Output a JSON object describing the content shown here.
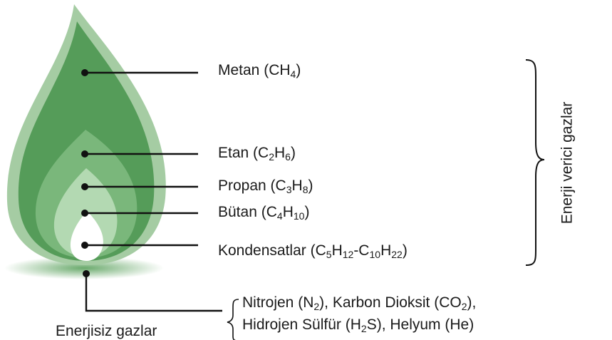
{
  "gases": [
    {
      "name": "Metan",
      "formula": [
        [
          "t",
          "CH"
        ],
        [
          "s",
          "4"
        ]
      ]
    },
    {
      "name": "Etan",
      "formula": [
        [
          "t",
          "C"
        ],
        [
          "s",
          "2"
        ],
        [
          "t",
          "H"
        ],
        [
          "s",
          "6"
        ]
      ]
    },
    {
      "name": "Propan",
      "formula": [
        [
          "t",
          "C"
        ],
        [
          "s",
          "3"
        ],
        [
          "t",
          "H"
        ],
        [
          "s",
          "8"
        ]
      ]
    },
    {
      "name": "Bütan",
      "formula": [
        [
          "t",
          "C"
        ],
        [
          "s",
          "4"
        ],
        [
          "t",
          "H"
        ],
        [
          "s",
          "10"
        ]
      ]
    },
    {
      "name": "Kondensatlar",
      "formula": [
        [
          "t",
          "C"
        ],
        [
          "s",
          "5"
        ],
        [
          "t",
          "H"
        ],
        [
          "s",
          "12"
        ],
        [
          "t",
          "-C"
        ],
        [
          "s",
          "10"
        ],
        [
          "t",
          "H"
        ],
        [
          "s",
          "22"
        ]
      ]
    }
  ],
  "energy_group_label": "Enerji verici gazlar",
  "non_energy_label": "Enerjisiz gazlar",
  "non_energy_lines": [
    [
      [
        "t",
        "Nitrojen (N"
      ],
      [
        "s",
        "2"
      ],
      [
        "t",
        "), Karbon Dioksit (CO"
      ],
      [
        "s",
        "2"
      ],
      [
        "t",
        "),"
      ]
    ],
    [
      [
        "t",
        "Hidrojen Sülfür (H"
      ],
      [
        "s",
        "2"
      ],
      [
        "t",
        "S), Helyum (He)"
      ]
    ]
  ],
  "colors": {
    "flame_outer": "#a5cca3",
    "flame_dark": "#559c59",
    "flame_mid": "#7ab77b",
    "flame_light": "#b3d9b2",
    "flame_core": "#ffffff",
    "base_glow": "#6aaa6c",
    "line": "#111111"
  }
}
